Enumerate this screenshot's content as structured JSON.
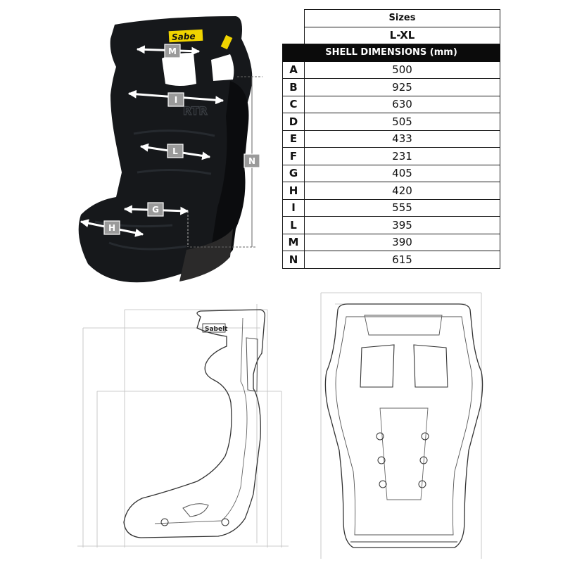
{
  "table": {
    "sizes_label": "Sizes",
    "size_value": "L-XL",
    "shell_title": "SHELL DIMENSIONS (mm)",
    "rows": [
      {
        "letter": "A",
        "value": "500"
      },
      {
        "letter": "B",
        "value": "925"
      },
      {
        "letter": "C",
        "value": "630"
      },
      {
        "letter": "D",
        "value": "505"
      },
      {
        "letter": "E",
        "value": "433"
      },
      {
        "letter": "F",
        "value": "231"
      },
      {
        "letter": "G",
        "value": "405"
      },
      {
        "letter": "H",
        "value": "420"
      },
      {
        "letter": "I",
        "value": "555"
      },
      {
        "letter": "L",
        "value": "395"
      },
      {
        "letter": "M",
        "value": "390"
      },
      {
        "letter": "N",
        "value": "615"
      }
    ]
  },
  "photo": {
    "brand_logo": "Sabelt",
    "headrest_logo": "RTR",
    "labels": [
      "M",
      "I",
      "L",
      "N",
      "G",
      "H"
    ]
  },
  "drawing": {
    "side_logo": "Sabelt"
  },
  "colors": {
    "seat_fabric": "#16181b",
    "logo_yellow": "#f0d400",
    "label_gray": "#9a9a9a",
    "table_header": "#0b0b0b"
  }
}
